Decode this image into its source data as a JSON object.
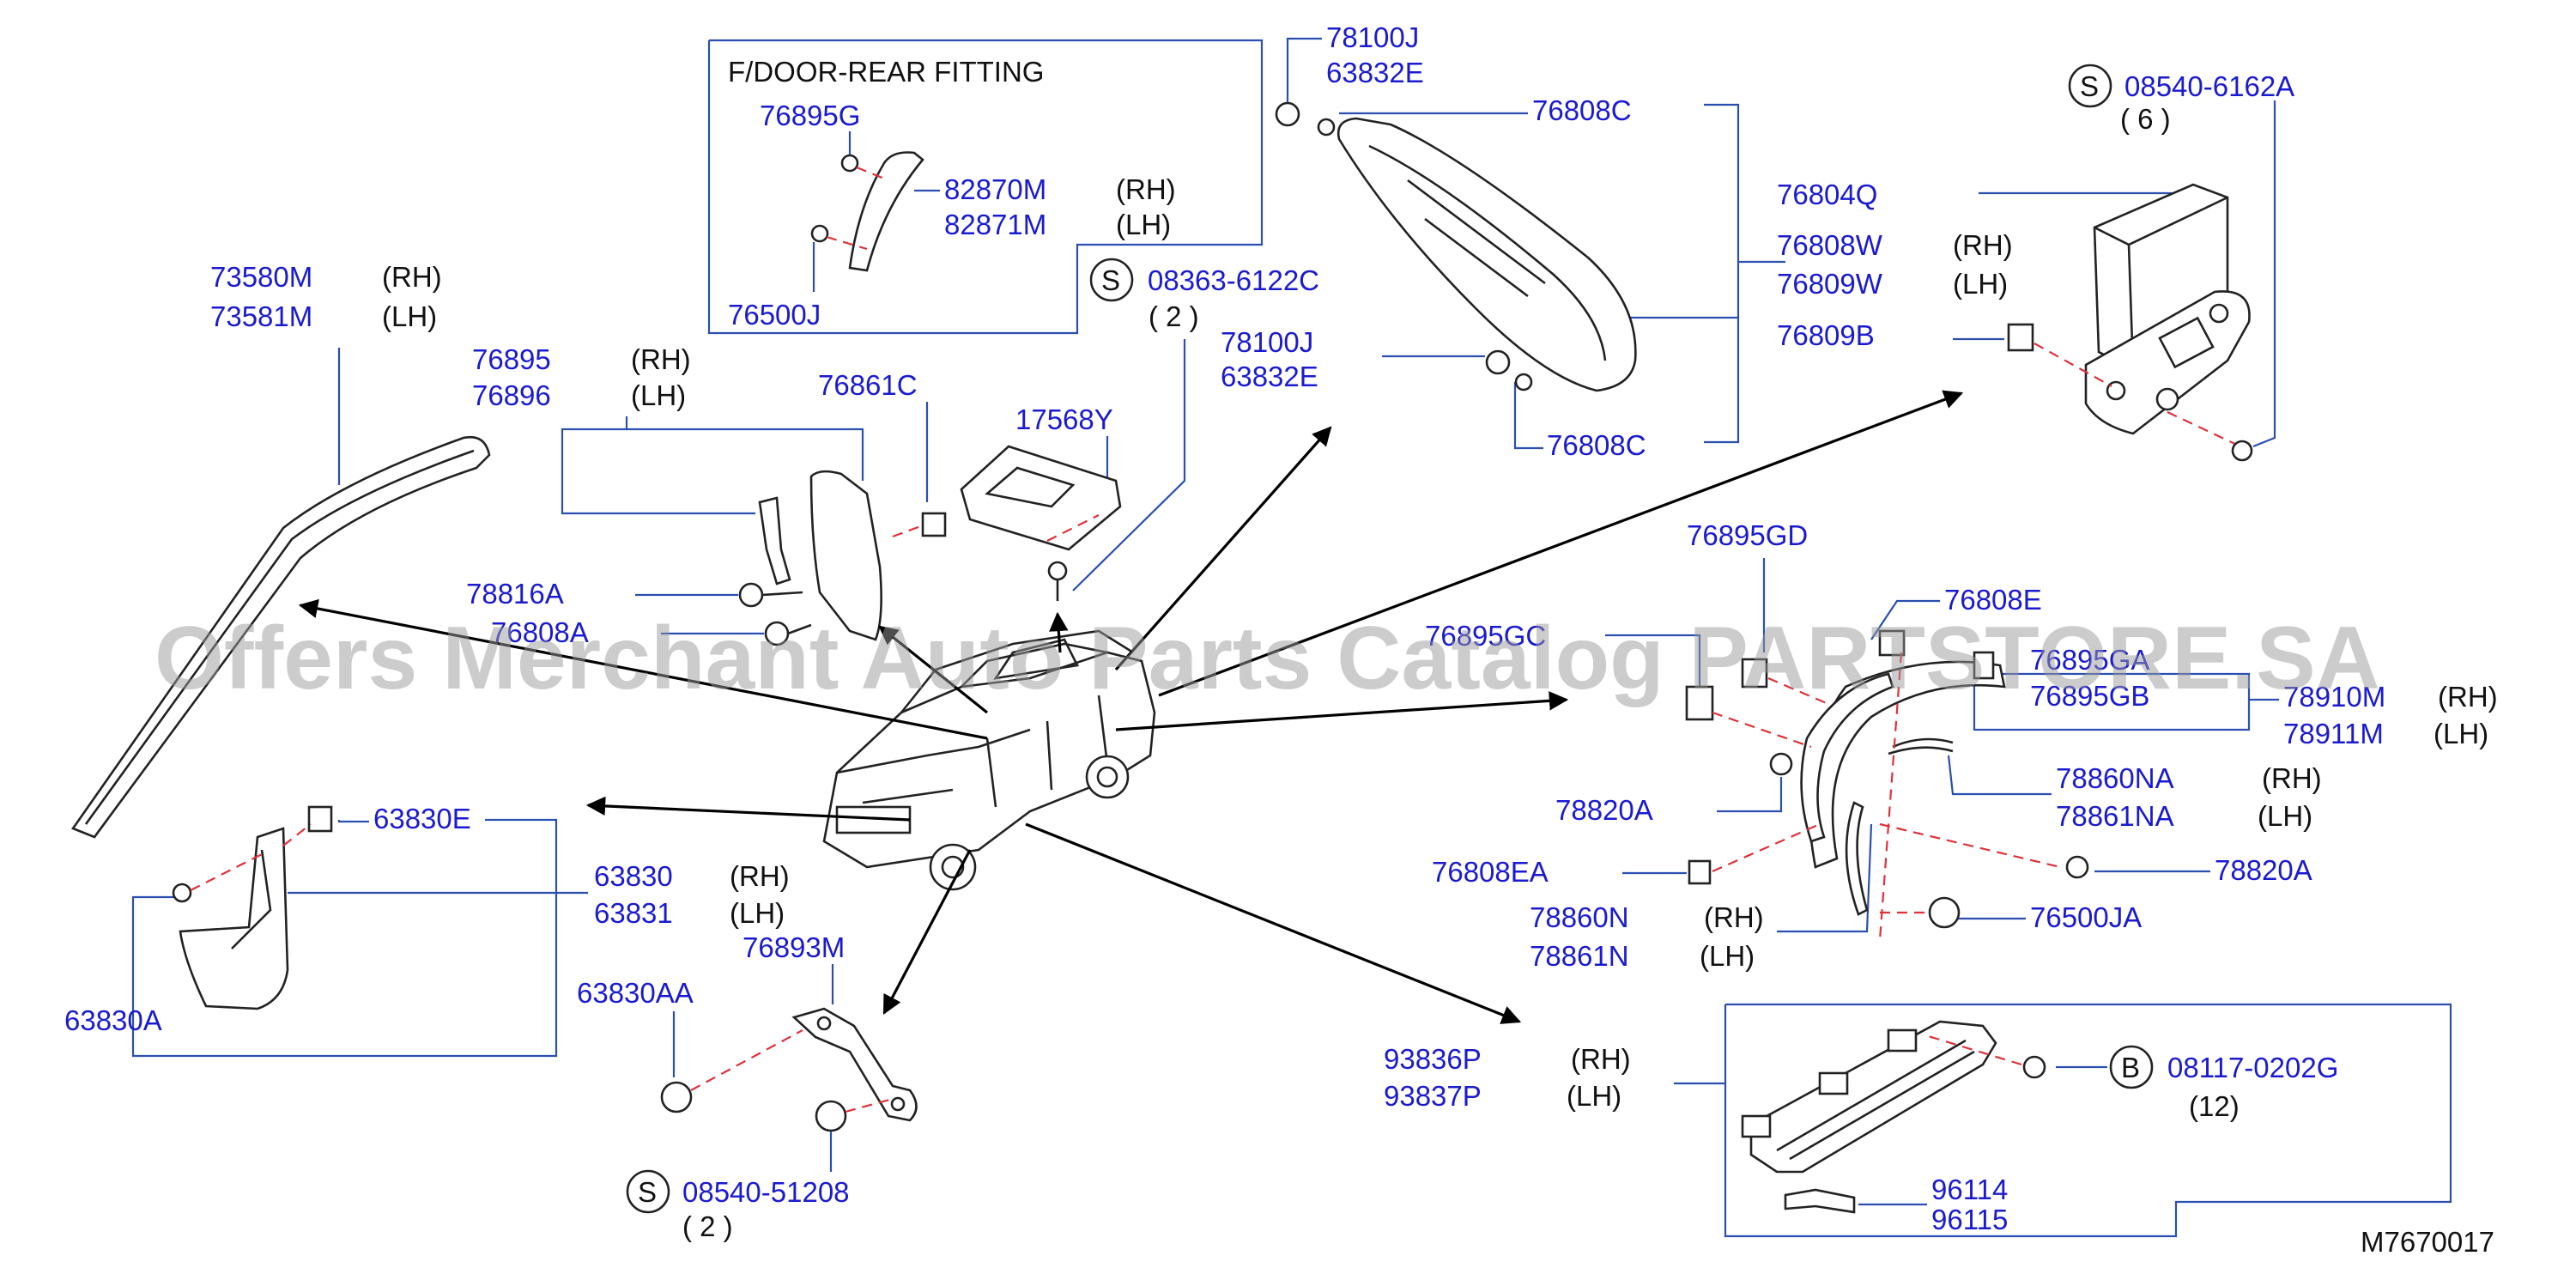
{
  "diagram_code": "M7670017",
  "watermark": "Offers Merchant Auto Parts Catalog PARTSTORE.SA",
  "door_fitting": {
    "title": "F/DOOR-REAR  FITTING",
    "parts": [
      "76895G",
      "82870M",
      "82871M",
      "76500J"
    ],
    "sides": [
      "(RH)",
      "(LH)"
    ]
  },
  "roof_rail": {
    "parts": [
      "73580M",
      "73581M"
    ],
    "sides": [
      "(RH)",
      "(LH)"
    ]
  },
  "front_guard": {
    "parts": [
      "76895",
      "76896",
      "76861C",
      "17568Y",
      "78816A",
      "76808A"
    ],
    "sides": [
      "(RH)",
      "(LH)"
    ],
    "screw": {
      "symbol": "S",
      "part": "08363-6122C",
      "qty": "( 2 )"
    }
  },
  "step_molding": {
    "parts": [
      "78100J",
      "63832E",
      "76808C",
      "76808W",
      "76809W",
      "78100J",
      "63832E",
      "76808C"
    ],
    "sides": [
      "(RH)",
      "(LH)"
    ]
  },
  "protector": {
    "screw": {
      "symbol": "S",
      "part": "08540-6162A",
      "qty": "( 6 )"
    },
    "parts": [
      "76804Q",
      "76809B"
    ]
  },
  "wheel_arch": {
    "parts": [
      "76895GD",
      "76808E",
      "76895GC",
      "76895GA",
      "76895GB",
      "78910M",
      "78911M",
      "78860NA",
      "78861NA",
      "78820A",
      "78820A",
      "76808EA",
      "78860N",
      "78861N",
      "76500JA"
    ],
    "sides": [
      "(RH)",
      "(LH)",
      "(RH)",
      "(LH)",
      "(RH)",
      "(LH)"
    ]
  },
  "mud_guard": {
    "parts": [
      "63830E",
      "63830",
      "63831",
      "63830A"
    ],
    "sides": [
      "(RH)",
      "(LH)"
    ]
  },
  "bracket": {
    "parts": [
      "76893M",
      "63830AA"
    ],
    "screw": {
      "symbol": "S",
      "part": "08540-51208",
      "qty": "( 2 )"
    }
  },
  "step_rail": {
    "parts": [
      "93836P",
      "93837P",
      "96114",
      "96115"
    ],
    "sides": [
      "(RH)",
      "(LH)"
    ],
    "bolt": {
      "symbol": "B",
      "part": "08117-0202G",
      "qty": "(12)"
    }
  }
}
